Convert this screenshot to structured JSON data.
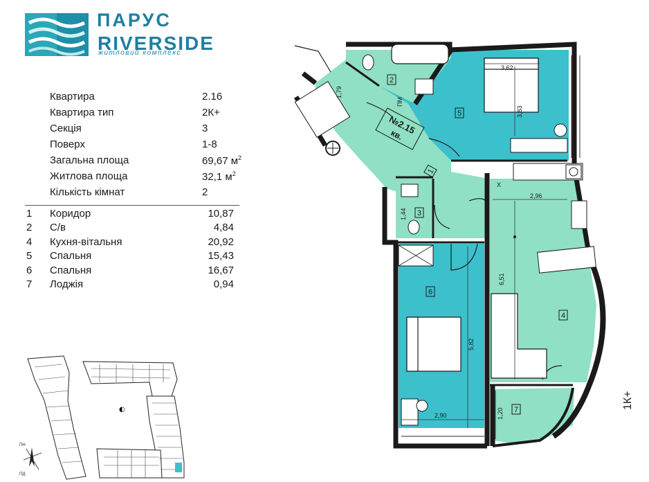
{
  "brand": {
    "name": "ПАРУС",
    "subname": "RIVERSIDE",
    "tagline": "житловий комплекс",
    "color": "#1f7fa0"
  },
  "info": [
    {
      "label": "Квартира",
      "value": "2.16"
    },
    {
      "label": "Квартира тип",
      "value": "2К+"
    },
    {
      "label": "Секція",
      "value": "3"
    },
    {
      "label": "Поверх",
      "value": "1-8"
    },
    {
      "label": "Загальна площа",
      "value": "69,67 м",
      "sup": "2"
    },
    {
      "label": "Житлова площа",
      "value": "32,1 м",
      "sup": "2"
    },
    {
      "label": "Кількість кімнат",
      "value": "2"
    }
  ],
  "rooms": [
    {
      "num": "1",
      "name": "Коридор",
      "area": "10,87"
    },
    {
      "num": "2",
      "name": "С/в",
      "area": "4,84"
    },
    {
      "num": "4",
      "name": "Кухня-вітальня",
      "area": "20,92"
    },
    {
      "num": "5",
      "name": "Спальня",
      "area": "15,43"
    },
    {
      "num": "6",
      "name": "Спальня",
      "area": "16,67"
    },
    {
      "num": "7",
      "name": "Лоджія",
      "area": "0,94"
    }
  ],
  "plan": {
    "colors": {
      "bedroom": "#3cc0cc",
      "living": "#8fe0c4",
      "wall": "#1a1a1a"
    },
    "apt_label": "№2.15",
    "apt_sub": "кв.",
    "room_labels": [
      "1",
      "2",
      "3",
      "4",
      "5",
      "6",
      "7"
    ],
    "dims": [
      "3,62",
      "3,83",
      "1,79",
      "1,44",
      "2,96",
      "6,51",
      "5,82",
      "2,90",
      "1,20"
    ],
    "marks": [
      "ПМ",
      "Х"
    ],
    "neighbour": "1К+"
  },
  "siteplan": {
    "north_label": "ПН",
    "south_label": "ПД"
  }
}
